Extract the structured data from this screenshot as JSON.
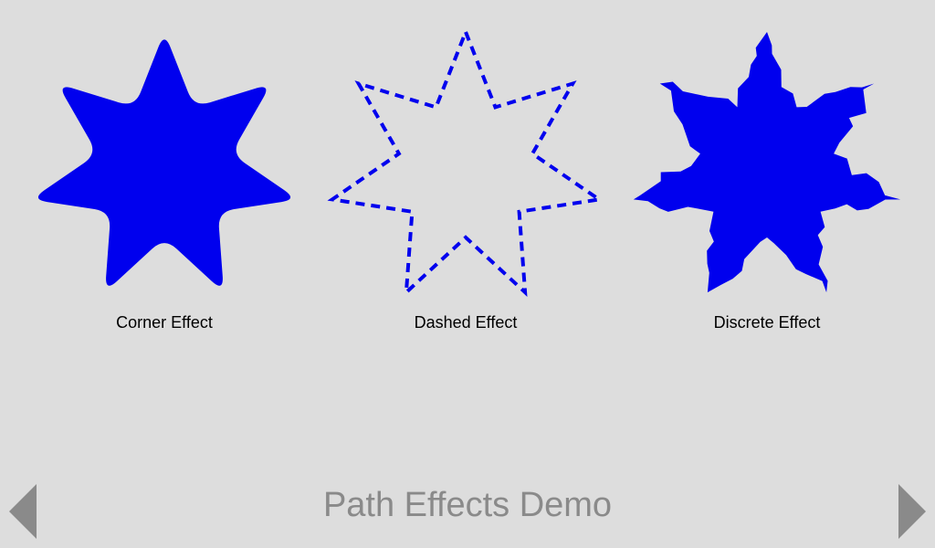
{
  "effects": [
    {
      "label": "Corner Effect"
    },
    {
      "label": "Dashed Effect"
    },
    {
      "label": "Discrete Effect"
    }
  ],
  "title": "Path Effects Demo",
  "colors": {
    "background": "#dddddd",
    "shape": "#0000ee",
    "title": "#8a8a8a",
    "nav_arrow": "#8a8a8a"
  },
  "icons": {
    "prev": "triangle-left-icon",
    "next": "triangle-right-icon"
  }
}
